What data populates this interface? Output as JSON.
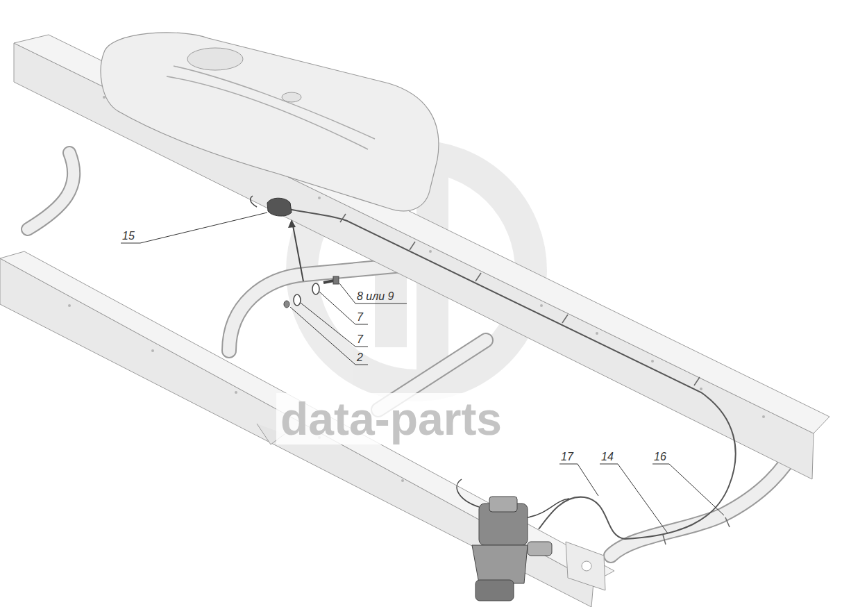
{
  "diagram": {
    "labels": [
      "15",
      "8 или 9",
      "7",
      "7",
      "2",
      "17",
      "14",
      "16",
      "data-parts"
    ]
  }
}
